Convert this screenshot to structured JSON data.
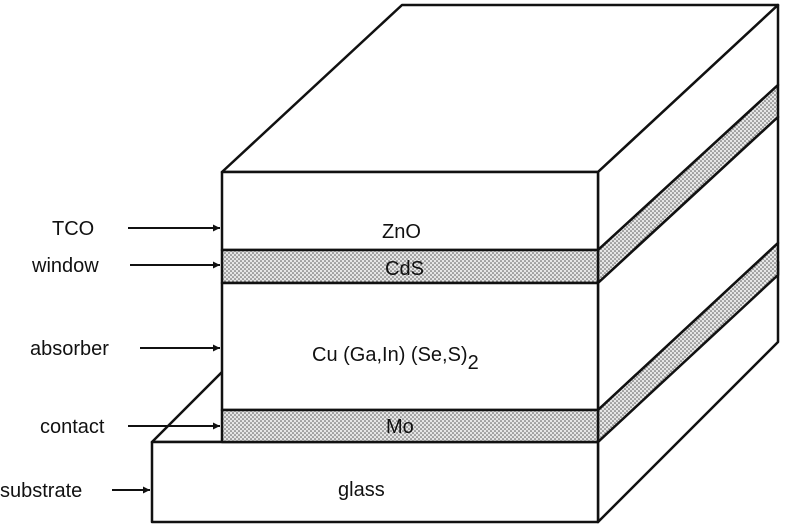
{
  "colors": {
    "stroke": "#111111",
    "fill": "#ffffff",
    "dots": "#555555",
    "dots_bg": "#e6e6e6"
  },
  "labels": {
    "tco": "TCO",
    "window": "window",
    "absorber": "absorber",
    "contact": "contact",
    "substrate": "substrate"
  },
  "layers": {
    "zno": "ZnO",
    "cds": "CdS",
    "absorber_formula": "Cu (Ga,In) (Se,S)",
    "absorber_subscript": "2",
    "mo": "Mo",
    "glass": "glass"
  }
}
